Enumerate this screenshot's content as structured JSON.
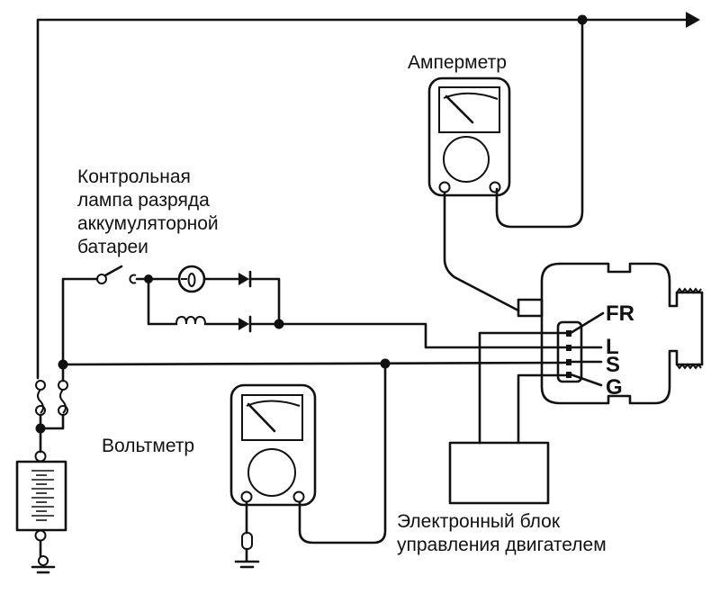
{
  "diagram": {
    "labels": {
      "ammeter": "Амперметр",
      "voltmeter": "Вольтметр",
      "charge_lamp": [
        "Контрольная",
        "лампа разряда",
        "аккумуляторной",
        "батареи"
      ],
      "ecu": [
        "Электронный блок",
        "управления двигателем"
      ]
    },
    "alternator_terminals": [
      "FR",
      "L",
      "S",
      "G"
    ],
    "components": [
      "battery",
      "fuse-1",
      "fuse-2",
      "ignition-switch",
      "charge-warning-lamp",
      "coil",
      "diode-1",
      "diode-2",
      "ammeter",
      "voltmeter",
      "alternator",
      "ecu",
      "ground"
    ],
    "colors": {
      "line": "#111111",
      "background": "#ffffff"
    }
  }
}
